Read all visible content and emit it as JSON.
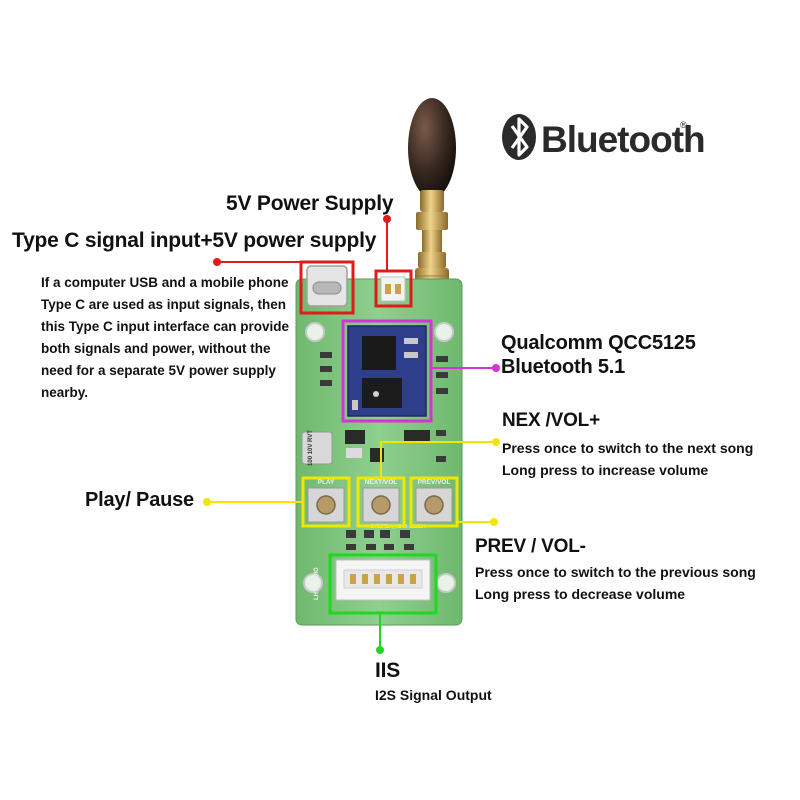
{
  "brand": {
    "name": "Bluetooth",
    "mark": "®"
  },
  "labels": {
    "power_supply": "5V Power Supply",
    "typec_title": "Type C signal input+5V power supply",
    "typec_desc": "If a computer USB and a mobile phone Type C are used as input signals, then this Type C input interface can provide both signals and power, without the need for a separate 5V power supply nearby.",
    "chip_line1": "Qualcomm QCC5125",
    "chip_line2": "Bluetooth 5.1",
    "next_title": "NEX /VOL+",
    "next_line1": "Press once to switch to the next song",
    "next_line2": "Long press to increase volume",
    "play_title": "Play/ Pause",
    "prev_title": "PREV / VOL-",
    "prev_line1": "Press once to switch to the previous song",
    "prev_line2": "Long press to decrease volume",
    "iis_title": "IIS",
    "iis_desc": "I2S Signal Output"
  },
  "board_silkscreen": {
    "btn_play": "PLAY",
    "btn_next": "NEXT/VOL",
    "btn_prev": "PREV/VOL",
    "cap": "100 10V RVT",
    "side": "LHY AUDIO",
    "code": "SYB37BA_V24B-221224"
  },
  "colors": {
    "pcb": "#7fc47f",
    "callout_red": "#e01b1b",
    "callout_magenta": "#d633d6",
    "callout_yellow": "#f2e600",
    "callout_green": "#22d622",
    "antenna": "#3a2a22",
    "connector_gold": "#c9a24a"
  }
}
